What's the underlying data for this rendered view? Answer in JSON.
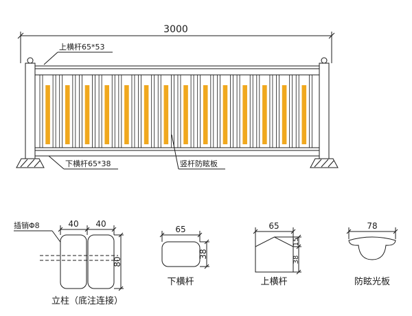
{
  "meta": {
    "line_color": "#1a1a1a",
    "glare_color": "#f0a81e",
    "background": "#ffffff"
  },
  "elevation": {
    "overall_dim": "3000",
    "top_rail_label": "上横杆65*53",
    "bottom_rail_label": "下横杆65*38",
    "vertical_bar_label": "竖杆防眩板",
    "bars": {
      "count": 42,
      "yellow_period": 3,
      "yellow_offset": 1
    }
  },
  "details": {
    "column": {
      "pin_label": "插销Φ8",
      "caption": "立柱（底注连接）",
      "dim_w1": "40",
      "dim_w2": "40",
      "dim_h": "80"
    },
    "bottom_rail": {
      "caption": "下横杆",
      "dim_w": "65",
      "dim_h": "38"
    },
    "top_rail": {
      "caption": "上横杆",
      "dim_w": "65",
      "dim_h_peak": "15",
      "dim_h_body": "38"
    },
    "glare_plate": {
      "caption": "防眩光板",
      "dim_w": "78"
    }
  }
}
